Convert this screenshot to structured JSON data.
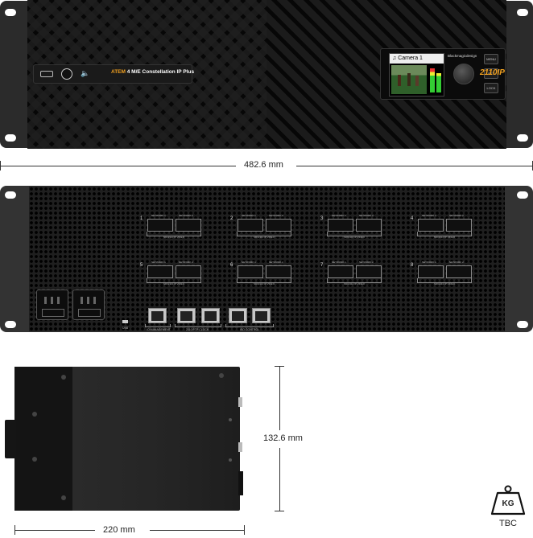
{
  "front": {
    "model_prefix": "ATEM",
    "model_name": "4 M/E Constellation IP Plus",
    "brand": "Blackmagicdesign",
    "camera_label": "Camera 1",
    "badge": "2110IP",
    "buttons": [
      "MENU",
      "SET",
      "LOCK"
    ]
  },
  "dimensions": {
    "width": "482.6 mm",
    "height": "132.6 mm",
    "depth": "220 mm"
  },
  "rear": {
    "slots": [
      {
        "num": "1",
        "port_a": "NETWORK 1",
        "port_b": "NETWORK 2",
        "label": "SDI/2110 IP VIDEO"
      },
      {
        "num": "2",
        "port_a": "NETWORK 1",
        "port_b": "NETWORK 2",
        "label": "SDI/2110 IP VIDEO"
      },
      {
        "num": "3",
        "port_a": "NETWORK 1",
        "port_b": "NETWORK 2",
        "label": "SDI/2110 IP VIDEO"
      },
      {
        "num": "4",
        "port_a": "NETWORK 1",
        "port_b": "NETWORK 2",
        "label": "SDI/2110 IP VIDEO"
      },
      {
        "num": "5",
        "port_a": "NETWORK 1",
        "port_b": "NETWORK 2",
        "label": "SDI/2110 IP VIDEO"
      },
      {
        "num": "6",
        "port_a": "NETWORK 1",
        "port_b": "NETWORK 2",
        "label": "SDI/2110 IP VIDEO"
      },
      {
        "num": "7",
        "port_a": "NETWORK 1",
        "port_b": "NETWORK 2",
        "label": "SDI/2110 IP VIDEO"
      },
      {
        "num": "8",
        "port_a": "NETWORK 1",
        "port_b": "NETWORK 2",
        "label": "SDI/2110 IP VIDEO"
      }
    ],
    "usb_label": "USB",
    "mgmt_label": "IO MANAGEMENT",
    "ptp_label": "2110 PTP CLOCK",
    "control_label": "ISO CONTROL"
  },
  "weight": {
    "icon_text": "KG",
    "value": "TBC"
  }
}
